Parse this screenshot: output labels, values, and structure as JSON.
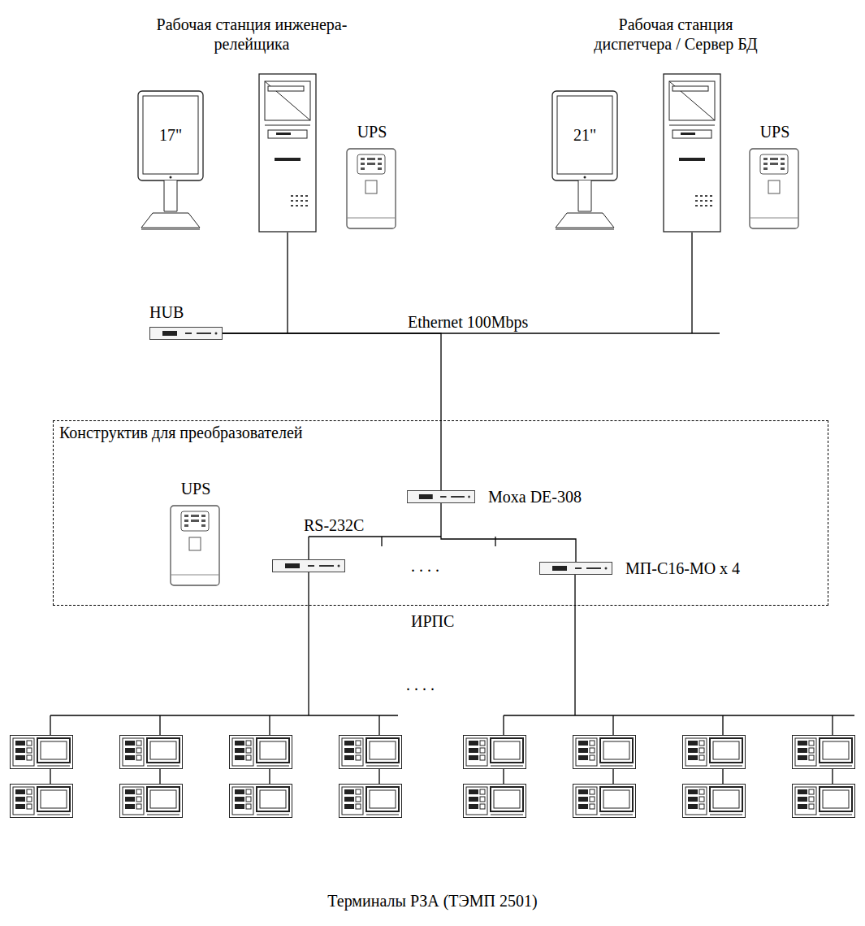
{
  "diagram": {
    "nodes": [
      {
        "text": [
          "17\""
        ]
      },
      {
        "text": [
          "UPS"
        ]
      },
      {
        "text": [
          "21\""
        ]
      },
      {
        "text": [
          "UPS"
        ]
      },
      {
        "text": [
          "HUB"
        ]
      },
      {
        "text": [
          "Конструктив для преобразователей"
        ]
      },
      {
        "text": [
          "UPS"
        ],
        "in": 5
      },
      {
        "text": [
          "Moxa DE-308"
        ],
        "in": 5
      },
      {
        "text": [
          "МП-С16-МО х 4"
        ],
        "in": 5
      }
    ],
    "edges": [
      {
        "from": 4,
        "to": 7,
        "arrow": "none"
      },
      {
        "from": 7,
        "to": 8,
        "arrow": "none"
      }
    ],
    "labels": [
      "Рабочая станция инженера-релейщика",
      "Рабочая станция диспетчера / Сервер БД",
      "Ethernet 100Mbps",
      "RS-232C",
      ". . . .",
      "ИРПС",
      ". . . .",
      "Терминалы РЗА (ТЭМП 2501)"
    ]
  }
}
